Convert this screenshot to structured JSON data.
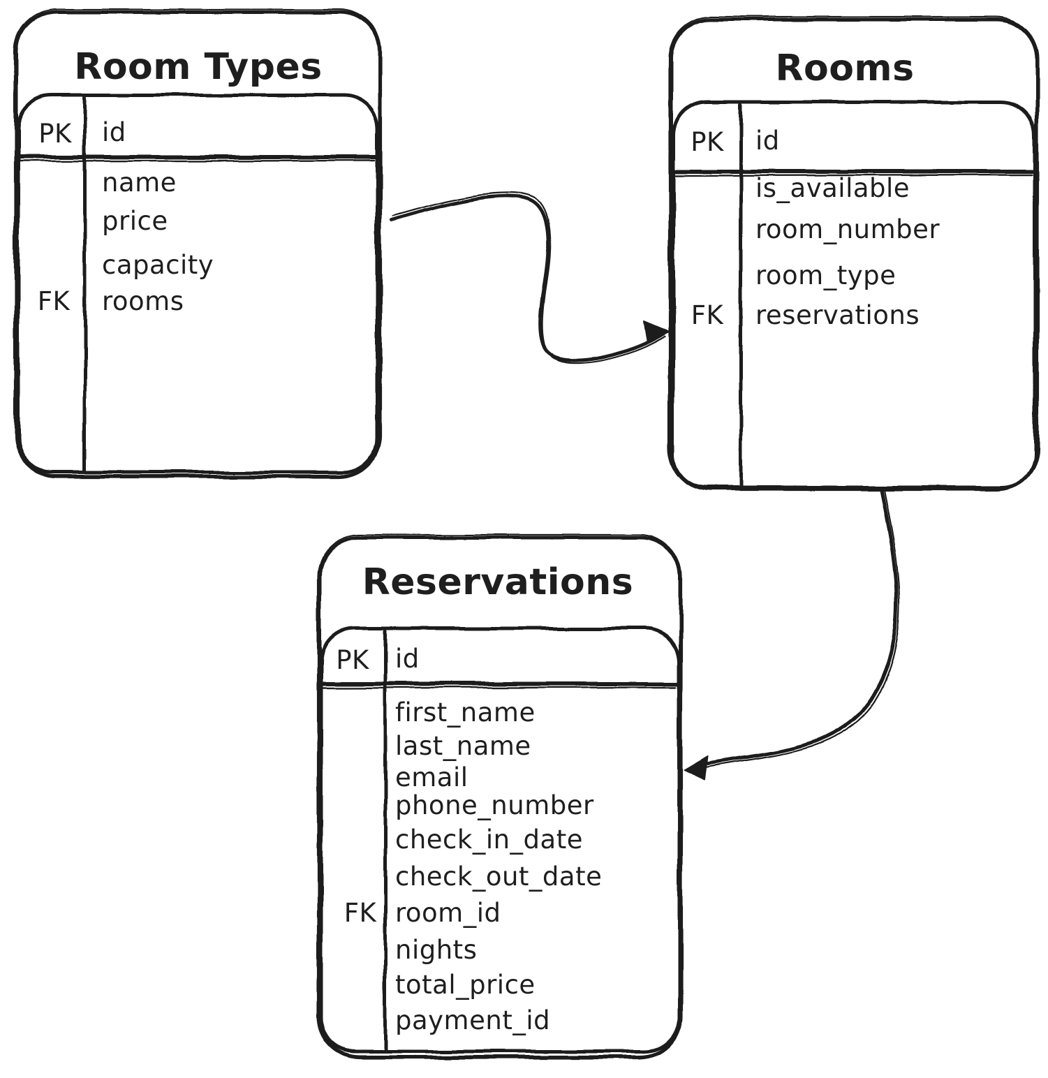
{
  "diagram": {
    "kind": "entity-relationship-diagram",
    "style": "hand-drawn",
    "colors": {
      "ink": "#1e1e1e",
      "background": "#ffffff"
    },
    "tables": [
      {
        "title": "Room Types",
        "pk": {
          "key": "PK",
          "field": "id"
        },
        "rows": [
          {
            "key": "",
            "field": "name"
          },
          {
            "key": "",
            "field": "price"
          },
          {
            "key": "",
            "field": "capacity"
          },
          {
            "key": "FK",
            "field": "rooms"
          }
        ]
      },
      {
        "title": "Rooms",
        "pk": {
          "key": "PK",
          "field": "id"
        },
        "rows": [
          {
            "key": "",
            "field": "is_available"
          },
          {
            "key": "",
            "field": "room_number"
          },
          {
            "key": "",
            "field": "room_type"
          },
          {
            "key": "FK",
            "field": "reservations"
          }
        ]
      },
      {
        "title": "Reservations",
        "pk": {
          "key": "PK",
          "field": "id"
        },
        "rows": [
          {
            "key": "",
            "field": "first_name"
          },
          {
            "key": "",
            "field": "last_name"
          },
          {
            "key": "",
            "field": "email"
          },
          {
            "key": "",
            "field": "phone_number"
          },
          {
            "key": "",
            "field": "check_in_date"
          },
          {
            "key": "",
            "field": "check_out_date"
          },
          {
            "key": "FK",
            "field": "room_id"
          },
          {
            "key": "",
            "field": "nights"
          },
          {
            "key": "",
            "field": "total_price"
          },
          {
            "key": "",
            "field": "payment_id"
          }
        ]
      }
    ],
    "relationships": [
      {
        "from": "Room Types",
        "to": "Rooms"
      },
      {
        "from": "Rooms",
        "to": "Reservations"
      }
    ]
  }
}
